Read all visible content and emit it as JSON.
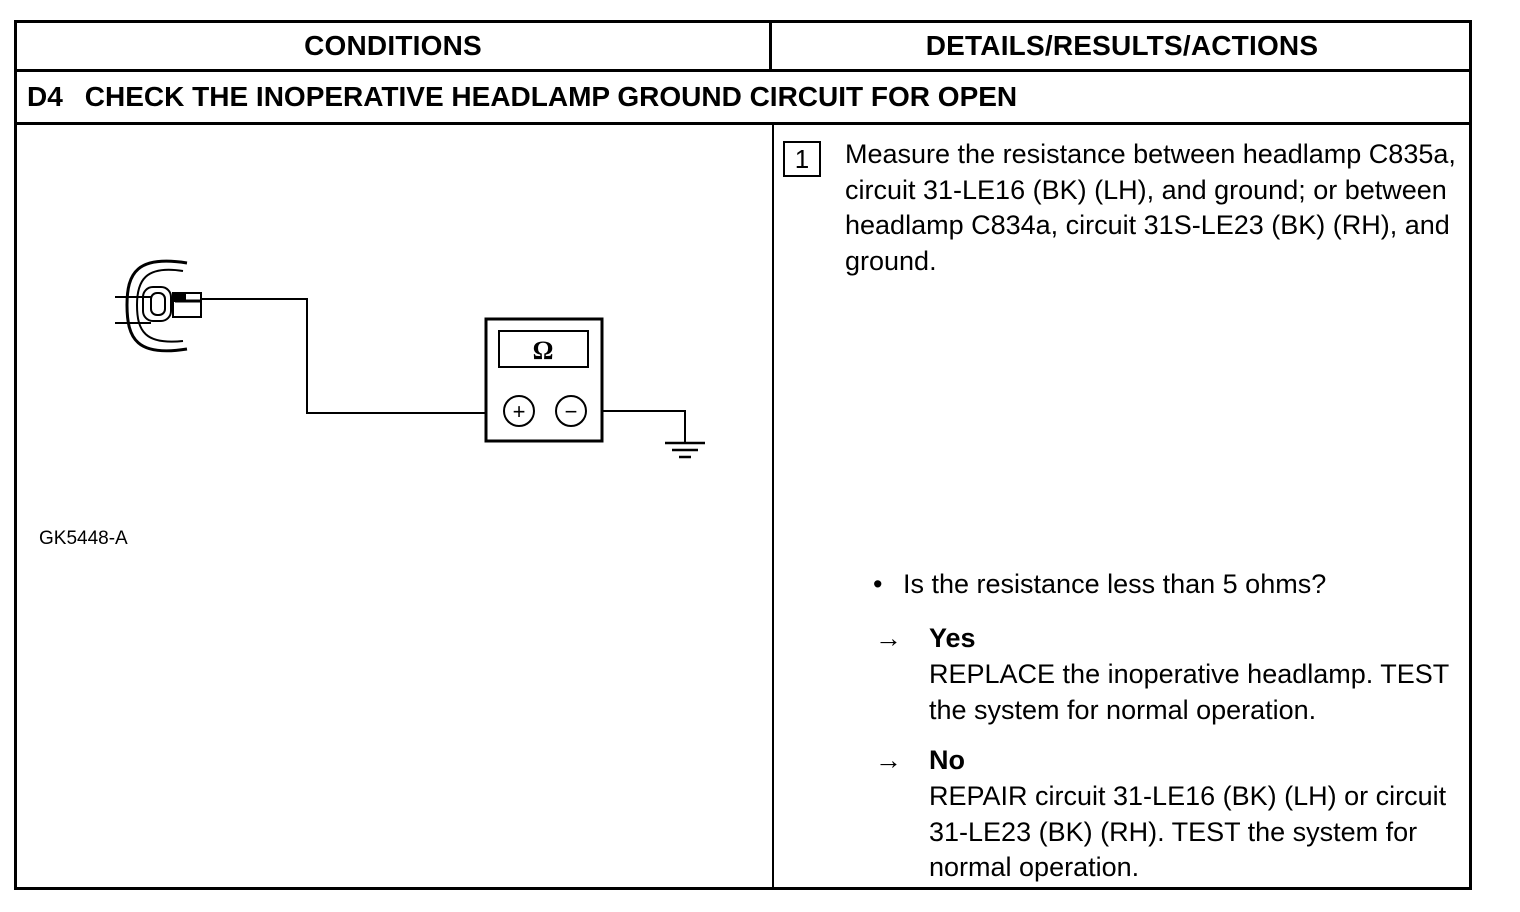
{
  "header": {
    "conditions": "CONDITIONS",
    "details": "DETAILS/RESULTS/ACTIONS"
  },
  "step": {
    "code": "D4",
    "title": "CHECK THE INOPERATIVE HEADLAMP GROUND CIRCUIT FOR OPEN"
  },
  "diagram": {
    "meter_symbol": "Ω",
    "plus": "+",
    "minus": "−",
    "figure_id": "GK5448-A"
  },
  "action": {
    "number": "1",
    "instruction": "Measure the resistance between headlamp C835a, circuit 31-LE16 (BK) (LH), and ground; or between headlamp C834a, circuit 31S-LE23 (BK) (RH), and ground.",
    "bullet": "•",
    "question": "Is the resistance less than 5 ohms?",
    "arrow": "→",
    "yes_label": "Yes",
    "yes_text": "REPLACE the inoperative headlamp. TEST the system for normal operation.",
    "no_label": "No",
    "no_text": "REPAIR circuit 31-LE16 (BK) (LH) or circuit 31-LE23 (BK) (RH). TEST the system for normal operation."
  }
}
